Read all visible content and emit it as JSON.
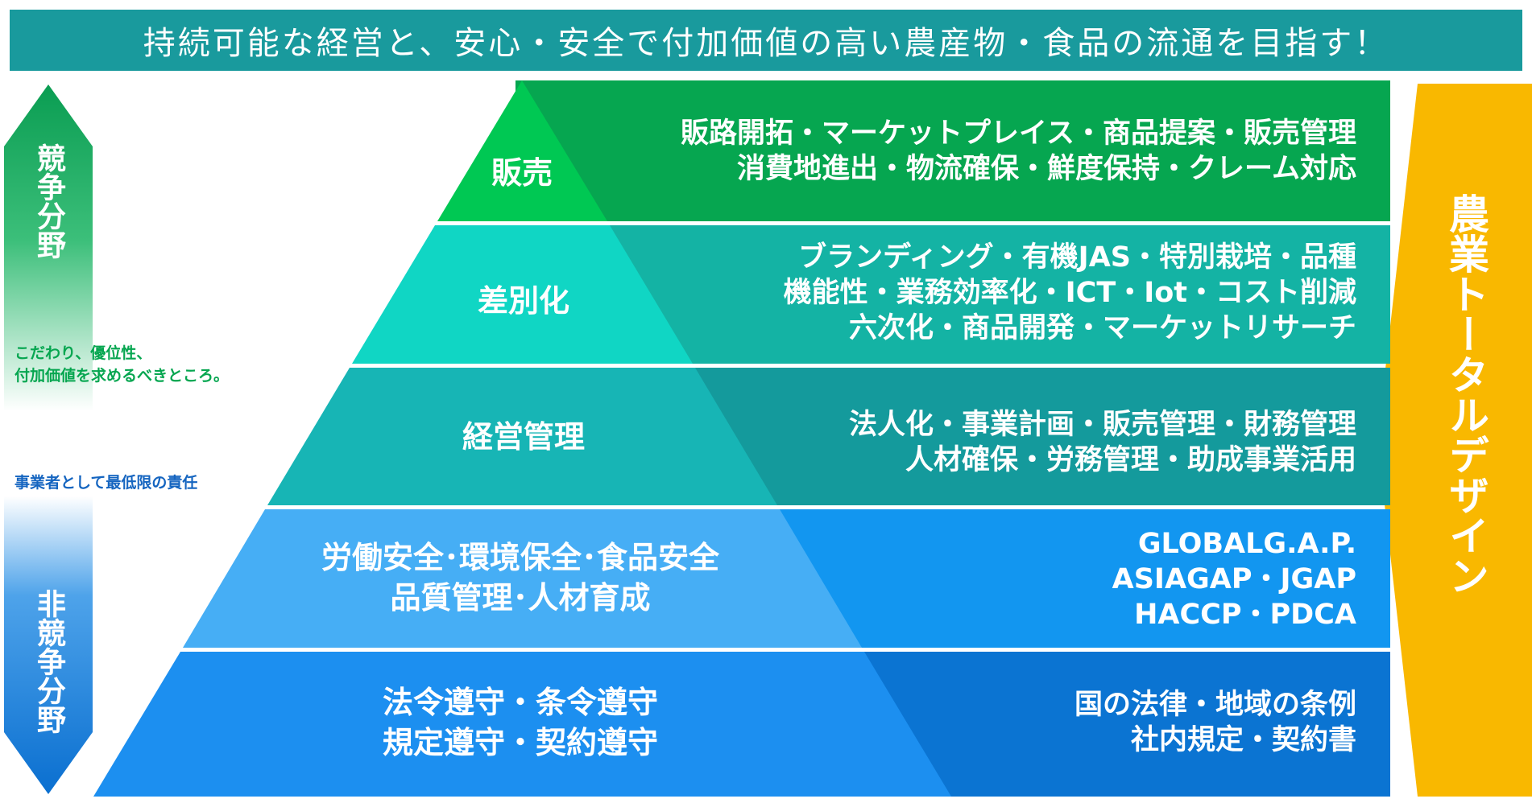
{
  "header": {
    "title": "持続可能な経営と、安心・安全で付加価値の高い農産物・食品の流通を目指す！"
  },
  "axis": {
    "top_label": "競争分野",
    "bottom_label": "非競争分野",
    "top_note": [
      "こだわり、優位性、",
      "付加価値を求めるべきところ。"
    ],
    "bottom_note": "事業者として最低限の責任"
  },
  "side_banner": {
    "label": "農業トータルデザイン"
  },
  "tiers": [
    {
      "label": [
        "販売"
      ],
      "details": [
        "販路開拓・マーケットプレイス・商品提案・販売管理",
        "消費地進出・物流確保・鮮度保持・クレーム対応"
      ]
    },
    {
      "label": [
        "差別化"
      ],
      "details": [
        "ブランディング・有機JAS・特別栽培・品種",
        "機能性・業務効率化・ICT・Iot・コスト削減",
        "六次化・商品開発・マーケットリサーチ"
      ]
    },
    {
      "label": [
        "経営管理"
      ],
      "details": [
        "法人化・事業計画・販売管理・財務管理",
        "人材確保・労務管理・助成事業活用"
      ]
    },
    {
      "label": [
        "労働安全･環境保全･食品安全",
        "品質管理･人材育成"
      ],
      "details": [
        "GLOBALG.A.P.",
        "ASIAGAP・JGAP",
        "HACCP・PDCA"
      ]
    },
    {
      "label": [
        "法令遵守・条令遵守",
        "規定遵守・契約遵守"
      ],
      "details": [
        "国の法律・地域の条例",
        "社内規定・契約書"
      ]
    }
  ],
  "colors": {
    "banner": "#199a9d",
    "tier1": "#00c853",
    "tier1_band": "#06a650",
    "tier2": "#10d6c4",
    "tier2_band": "#14b3a4",
    "tier3": "#17b5b5",
    "tier3_band": "#149a9c",
    "tier4": "#46aef5",
    "tier4_band": "#1296f0",
    "tier5": "#1c8ff0",
    "tier5_band": "#0b74d2",
    "side_banner": "#f9b800"
  }
}
